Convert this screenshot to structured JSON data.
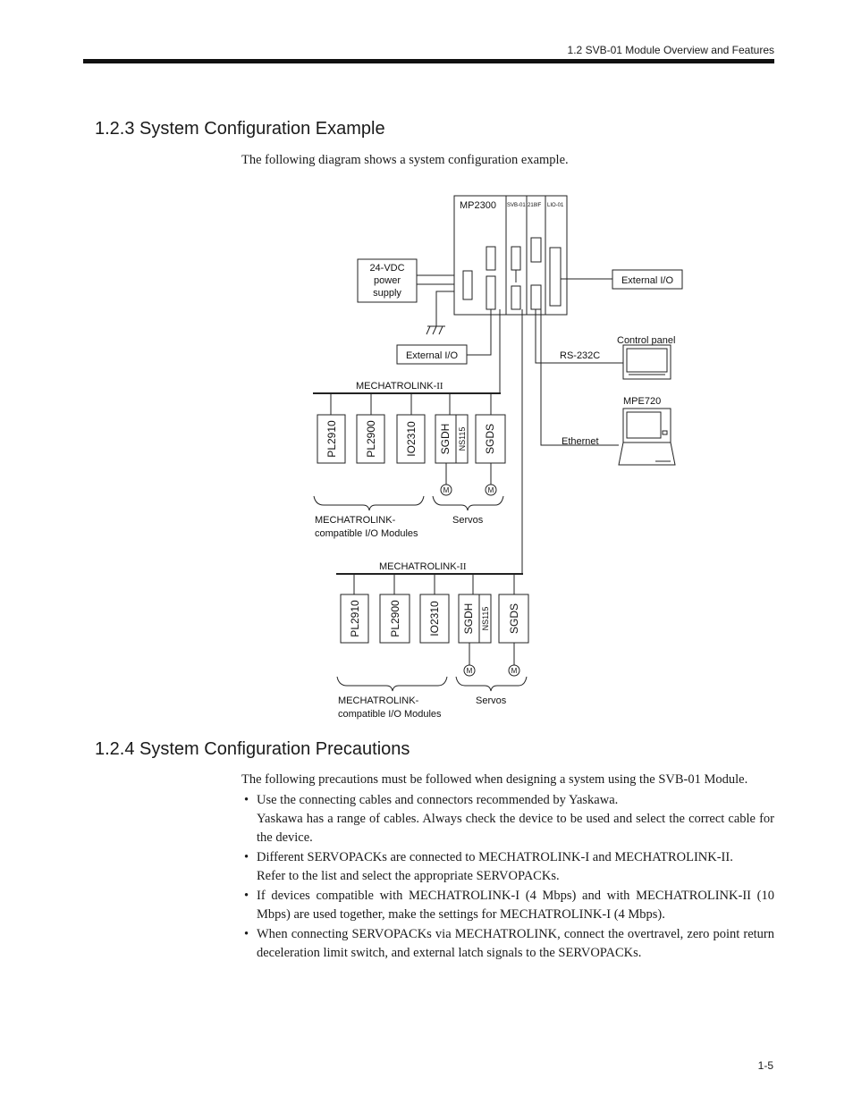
{
  "header": {
    "section_ref": "1.2  SVB-01 Module Overview and Features"
  },
  "section_123": {
    "title": "1.2.3  System Configuration Example",
    "intro": "The following diagram shows a system configuration example."
  },
  "diagram": {
    "controller": "MP2300",
    "slots": [
      "SVB-01",
      "218IF",
      "LIO-01"
    ],
    "power_supply": [
      "24-VDC",
      "power",
      "supply"
    ],
    "external_io_right": "External I/O",
    "external_io_left": "External I/O",
    "rs232c": "RS-232C",
    "control_panel": "Control panel",
    "mpe720": "MPE720",
    "ethernet": "Ethernet",
    "network_1": {
      "label": "MECHATROLINK-",
      "suffix": "II"
    },
    "network_2": {
      "label": "MECHATROLINK-",
      "suffix": "II"
    },
    "modules": [
      "PL2910",
      "PL2900",
      "IO2310"
    ],
    "servopack": "SGDH",
    "ns_option": "NS115",
    "sgds": "SGDS",
    "motor": "M",
    "group_io": [
      "MECHATROLINK-",
      "compatible I/O Modules"
    ],
    "group_servos": "Servos"
  },
  "section_124": {
    "title": "1.2.4  System Configuration Precautions",
    "intro": "The following precautions must be followed when designing a system using the SVB-01 Module.",
    "bullets": [
      {
        "line1": "Use the connecting cables and connectors recommended by Yaskawa.",
        "line2": "Yaskawa has a range of cables. Always check the device to be used and select the correct cable for the device."
      },
      {
        "line1": "Different SERVOPACKs are connected to MECHATROLINK-I and MECHATROLINK-II.",
        "line2": "Refer to the list and select the appropriate SERVOPACKs."
      },
      {
        "line1": "If devices compatible with MECHATROLINK-I (4 Mbps) and with MECHATROLINK-II (10 Mbps) are used together, make the settings for MECHATROLINK-I (4 Mbps).",
        "line2": ""
      },
      {
        "line1": "When connecting SERVOPACKs via MECHATROLINK, connect the overtravel, zero point return deceleration limit switch, and external latch signals to the SERVOPACKs.",
        "line2": ""
      }
    ]
  },
  "footer": {
    "page": "1-5"
  }
}
